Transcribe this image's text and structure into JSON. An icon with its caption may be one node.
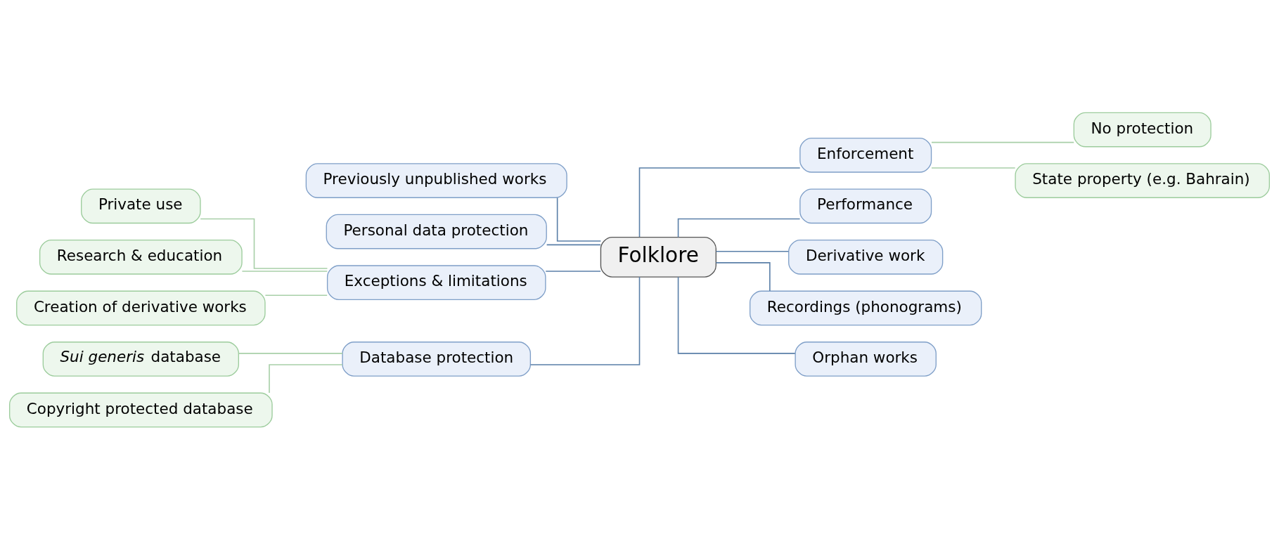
{
  "diagram": {
    "nodes": [
      {
        "text": [
          "Folklore"
        ]
      },
      {
        "text": [
          "Previously unpublished works"
        ]
      },
      {
        "text": [
          "Personal data protection"
        ]
      },
      {
        "text": [
          "Exceptions & limitations"
        ]
      },
      {
        "text": [
          "Private use"
        ]
      },
      {
        "text": [
          "Research & education"
        ]
      },
      {
        "text": [
          "Creation of derivative works"
        ]
      },
      {
        "text": [
          "Database protection"
        ]
      },
      {
        "text": [
          "*Sui generis* database"
        ]
      },
      {
        "text": [
          "Copyright protected database"
        ]
      },
      {
        "text": [
          "Enforcement"
        ]
      },
      {
        "text": [
          "No protection"
        ]
      },
      {
        "text": [
          "State property (e.g. Bahrain)"
        ]
      },
      {
        "text": [
          "Performance"
        ]
      },
      {
        "text": [
          "Derivative work"
        ]
      },
      {
        "text": [
          "Recordings (phonograms)"
        ]
      },
      {
        "text": [
          "Orphan works"
        ]
      }
    ],
    "edges": [
      {
        "from": 1,
        "to": 0,
        "arrow": "none"
      },
      {
        "from": 2,
        "to": 0,
        "arrow": "none"
      },
      {
        "from": 3,
        "to": 0,
        "arrow": "none"
      },
      {
        "from": 4,
        "to": 3,
        "arrow": "none",
        "color": "#a8cfa8"
      },
      {
        "from": 5,
        "to": 3,
        "arrow": "none",
        "color": "#a8cfa8"
      },
      {
        "from": 6,
        "to": 3,
        "arrow": "none",
        "color": "#a8cfa8"
      },
      {
        "from": 7,
        "to": 0,
        "arrow": "none"
      },
      {
        "from": 8,
        "to": 7,
        "arrow": "none",
        "color": "#a8cfa8"
      },
      {
        "from": 9,
        "to": 7,
        "arrow": "none",
        "color": "#a8cfa8"
      },
      {
        "from": 0,
        "to": 10,
        "arrow": "none"
      },
      {
        "from": 10,
        "to": 11,
        "arrow": "none",
        "color": "#a8cfa8"
      },
      {
        "from": 10,
        "to": 12,
        "arrow": "none",
        "color": "#a8cfa8"
      },
      {
        "from": 0,
        "to": 13,
        "arrow": "none"
      },
      {
        "from": 0,
        "to": 14,
        "arrow": "none"
      },
      {
        "from": 0,
        "to": 15,
        "arrow": "none"
      },
      {
        "from": 0,
        "to": 16,
        "arrow": "none"
      }
    ]
  }
}
